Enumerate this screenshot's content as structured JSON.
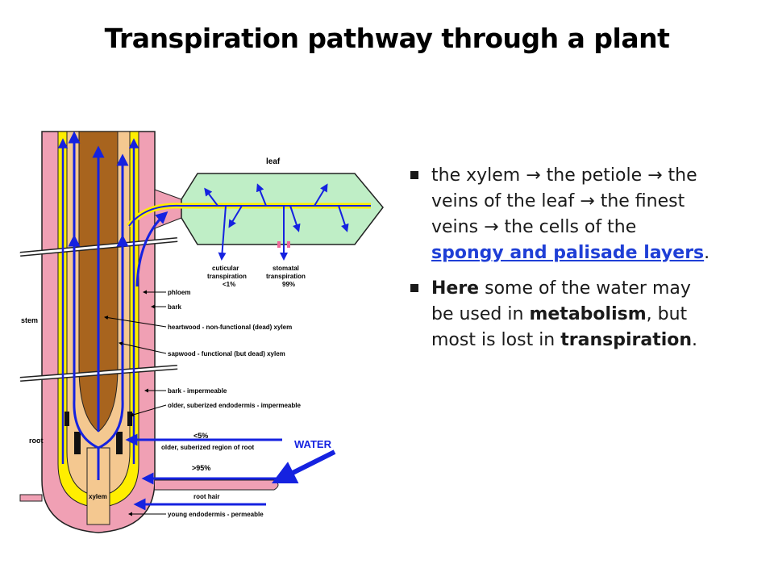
{
  "title": "Transpiration pathway through a plant",
  "diagram": {
    "labels": {
      "leaf": "leaf",
      "cuticular_1": "cuticular",
      "cuticular_2": "transpiration",
      "cuticular_3": "<1%",
      "stomatal_1": "stomatal",
      "stomatal_2": "transpiration",
      "stomatal_3": "99%",
      "phloem": "phloem",
      "bark": "bark",
      "heartwood": "heartwood - non-functional (dead) xylem",
      "sapwood": "sapwood - functional (but dead) xylem",
      "bark_impermeable": "bark - impermeable",
      "older_endodermis": "older, suberized endodermis - impermeable",
      "less_5": "<5%",
      "older_root": "older, suberized region of root",
      "water": "WATER",
      "more_95": ">95%",
      "root_hair": "root hair",
      "young_endodermis": "young endodermis - permeable",
      "stem": "stem",
      "root": "root",
      "xylem": "xylem"
    }
  },
  "bullets": {
    "b1_part1": "the xylem",
    "b1_part2": "the petiole",
    "b1_part3": "the veins of the leaf",
    "b1_part4": "the finest veins",
    "b1_part5": "the cells of the",
    "b1_link": "spongy and palisade layers",
    "b1_end": ".",
    "b2_bold1": "Here",
    "b2_text1": "some of the water may be used in",
    "b2_bold2": "metabolism",
    "b2_text2": ", but most is lost in",
    "b2_bold3": "transpiration",
    "b2_end": "."
  },
  "colors": {
    "bark_pink": "#f0a0b4",
    "phloem_yellow": "#ffee00",
    "heartwood_brown": "#a8641e",
    "sapwood_tan": "#f4c890",
    "leaf_green": "#bfeec6",
    "arrow_blue": "#1522e0",
    "link_blue": "#1f3fd6"
  }
}
